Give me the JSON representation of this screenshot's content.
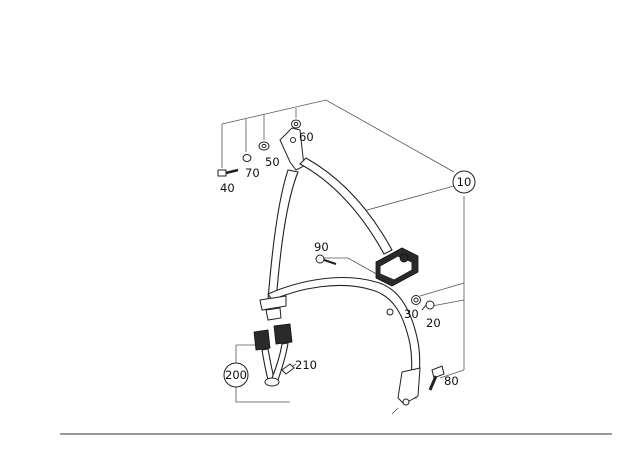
{
  "callouts": {
    "p10": "10",
    "p20": "20",
    "p30": "30",
    "p40": "40",
    "p50": "50",
    "p60": "60",
    "p70": "70",
    "p80": "80",
    "p90": "90",
    "p200": "200",
    "p210": "210"
  },
  "colors": {
    "line": "#222222",
    "leader": "#555555",
    "background": "#ffffff"
  }
}
